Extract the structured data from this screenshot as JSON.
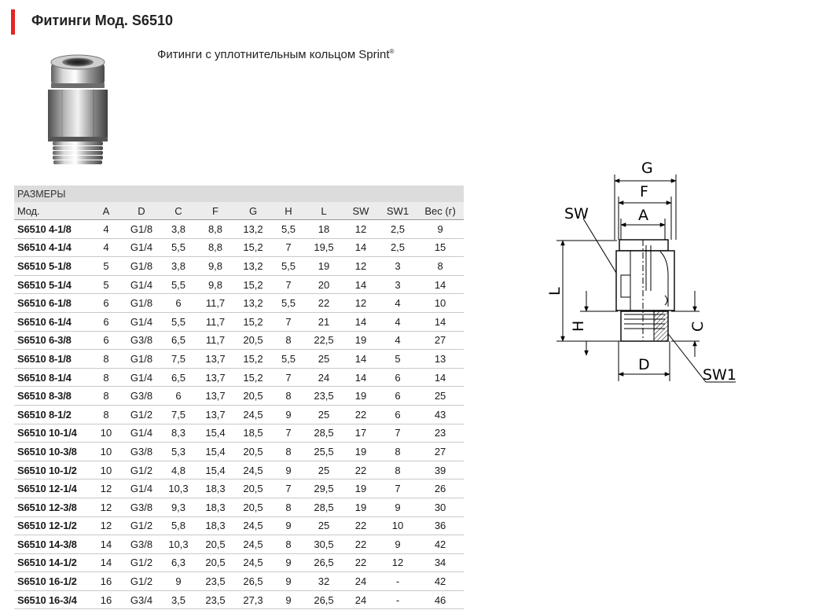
{
  "page": {
    "title": "Фитинги Мод. S6510",
    "subtitle": "Фитинги с уплотнительным кольцом Sprint",
    "subtitle_mark": "®",
    "accent_color": "#e52421"
  },
  "table": {
    "section_label": "РАЗМЕРЫ",
    "headers": [
      "Мод.",
      "A",
      "D",
      "C",
      "F",
      "G",
      "H",
      "L",
      "SW",
      "SW1",
      "Вес (г)"
    ],
    "rows": [
      [
        "S6510 4-1/8",
        "4",
        "G1/8",
        "3,8",
        "8,8",
        "13,2",
        "5,5",
        "18",
        "12",
        "2,5",
        "9"
      ],
      [
        "S6510 4-1/4",
        "4",
        "G1/4",
        "5,5",
        "8,8",
        "15,2",
        "7",
        "19,5",
        "14",
        "2,5",
        "15"
      ],
      [
        "S6510 5-1/8",
        "5",
        "G1/8",
        "3,8",
        "9,8",
        "13,2",
        "5,5",
        "19",
        "12",
        "3",
        "8"
      ],
      [
        "S6510 5-1/4",
        "5",
        "G1/4",
        "5,5",
        "9,8",
        "15,2",
        "7",
        "20",
        "14",
        "3",
        "14"
      ],
      [
        "S6510 6-1/8",
        "6",
        "G1/8",
        "6",
        "11,7",
        "13,2",
        "5,5",
        "22",
        "12",
        "4",
        "10"
      ],
      [
        "S6510 6-1/4",
        "6",
        "G1/4",
        "5,5",
        "11,7",
        "15,2",
        "7",
        "21",
        "14",
        "4",
        "14"
      ],
      [
        "S6510 6-3/8",
        "6",
        "G3/8",
        "6,5",
        "11,7",
        "20,5",
        "8",
        "22,5",
        "19",
        "4",
        "27"
      ],
      [
        "S6510 8-1/8",
        "8",
        "G1/8",
        "7,5",
        "13,7",
        "15,2",
        "5,5",
        "25",
        "14",
        "5",
        "13"
      ],
      [
        "S6510 8-1/4",
        "8",
        "G1/4",
        "6,5",
        "13,7",
        "15,2",
        "7",
        "24",
        "14",
        "6",
        "14"
      ],
      [
        "S6510 8-3/8",
        "8",
        "G3/8",
        "6",
        "13,7",
        "20,5",
        "8",
        "23,5",
        "19",
        "6",
        "25"
      ],
      [
        "S6510 8-1/2",
        "8",
        "G1/2",
        "7,5",
        "13,7",
        "24,5",
        "9",
        "25",
        "22",
        "6",
        "43"
      ],
      [
        "S6510 10-1/4",
        "10",
        "G1/4",
        "8,3",
        "15,4",
        "18,5",
        "7",
        "28,5",
        "17",
        "7",
        "23"
      ],
      [
        "S6510 10-3/8",
        "10",
        "G3/8",
        "5,3",
        "15,4",
        "20,5",
        "8",
        "25,5",
        "19",
        "8",
        "27"
      ],
      [
        "S6510 10-1/2",
        "10",
        "G1/2",
        "4,8",
        "15,4",
        "24,5",
        "9",
        "25",
        "22",
        "8",
        "39"
      ],
      [
        "S6510 12-1/4",
        "12",
        "G1/4",
        "10,3",
        "18,3",
        "20,5",
        "7",
        "29,5",
        "19",
        "7",
        "26"
      ],
      [
        "S6510 12-3/8",
        "12",
        "G3/8",
        "9,3",
        "18,3",
        "20,5",
        "8",
        "28,5",
        "19",
        "9",
        "30"
      ],
      [
        "S6510 12-1/2",
        "12",
        "G1/2",
        "5,8",
        "18,3",
        "24,5",
        "9",
        "25",
        "22",
        "10",
        "36"
      ],
      [
        "S6510 14-3/8",
        "14",
        "G3/8",
        "10,3",
        "20,5",
        "24,5",
        "8",
        "30,5",
        "22",
        "9",
        "42"
      ],
      [
        "S6510 14-1/2",
        "14",
        "G1/2",
        "6,3",
        "20,5",
        "24,5",
        "9",
        "26,5",
        "22",
        "12",
        "34"
      ],
      [
        "S6510 16-1/2",
        "16",
        "G1/2",
        "9",
        "23,5",
        "26,5",
        "9",
        "32",
        "24",
        "-",
        "42"
      ],
      [
        "S6510 16-3/4",
        "16",
        "G3/4",
        "3,5",
        "23,5",
        "27,3",
        "9",
        "26,5",
        "24",
        "-",
        "46"
      ]
    ]
  },
  "drawing": {
    "labels": {
      "G": "G",
      "F": "F",
      "A": "A",
      "SW": "SW",
      "L": "L",
      "H": "H",
      "C": "C",
      "D": "D",
      "SW1": "SW1"
    }
  }
}
